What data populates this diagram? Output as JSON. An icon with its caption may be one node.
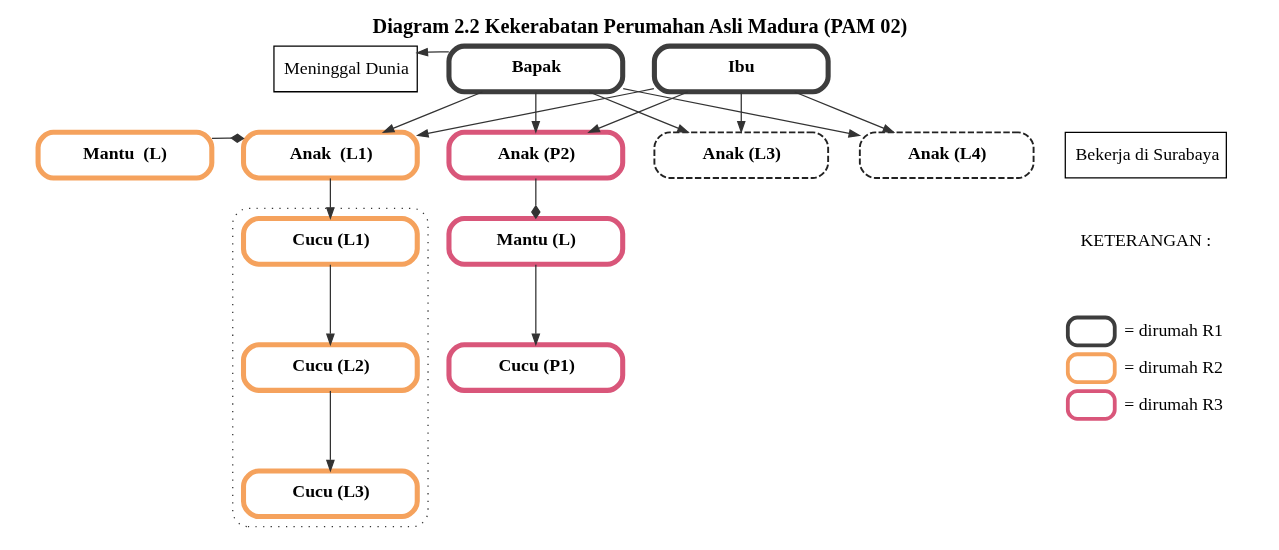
{
  "diagram": {
    "title": "Diagram 2.2 Kekerabatan Perumahan Asli Madura (PAM 02)",
    "nodes": [
      {
        "text": [
          "Meninggal Dunia"
        ]
      },
      {
        "text": [
          "Bapak"
        ]
      },
      {
        "text": [
          "Ibu"
        ]
      },
      {
        "text": [
          "Mantu  (L)"
        ]
      },
      {
        "text": [
          "Anak  (L1)"
        ]
      },
      {
        "text": [
          "Anak (P2)"
        ]
      },
      {
        "text": [
          "Anak (L3)"
        ]
      },
      {
        "text": [
          "Anak (L4)"
        ]
      },
      {
        "text": [
          "Bekerja di Surabaya"
        ]
      },
      {
        "text": [],
        "shape": "box"
      },
      {
        "text": [
          "Cucu (L1)"
        ],
        "in": 9
      },
      {
        "text": [
          "Cucu (L2)"
        ],
        "in": 9
      },
      {
        "text": [
          "Cucu (L3)"
        ],
        "in": 9
      },
      {
        "text": [
          "Mantu (L)"
        ]
      },
      {
        "text": [
          "Cucu (P1)"
        ]
      }
    ],
    "edges": [
      {
        "from": 1,
        "to": 0,
        "arrow": "to"
      },
      {
        "from": 1,
        "to": 4,
        "arrow": "to"
      },
      {
        "from": 2,
        "to": 4,
        "arrow": "to"
      },
      {
        "from": 1,
        "to": 5,
        "arrow": "to"
      },
      {
        "from": 2,
        "to": 5,
        "arrow": "to"
      },
      {
        "from": 1,
        "to": 6,
        "arrow": "to"
      },
      {
        "from": 2,
        "to": 6,
        "arrow": "to"
      },
      {
        "from": 1,
        "to": 7,
        "arrow": "to"
      },
      {
        "from": 2,
        "to": 7,
        "arrow": "to"
      },
      {
        "from": 3,
        "to": 4,
        "arrow": "other"
      },
      {
        "from": 4,
        "to": 10,
        "arrow": "to"
      },
      {
        "from": 10,
        "to": 11,
        "arrow": "to"
      },
      {
        "from": 11,
        "to": 12,
        "arrow": "to"
      },
      {
        "from": 5,
        "to": 13,
        "arrow": "other"
      },
      {
        "from": 13,
        "to": 14,
        "arrow": "to"
      }
    ],
    "labels": [
      "KETERANGAN :"
    ],
    "legend": [
      {
        "text": "= dirumah R1",
        "color": "#3d3d3d"
      },
      {
        "text": "= dirumah R2",
        "color": "#f5a25d"
      },
      {
        "text": "= dirumah R3",
        "color": "#d9567a"
      }
    ]
  }
}
